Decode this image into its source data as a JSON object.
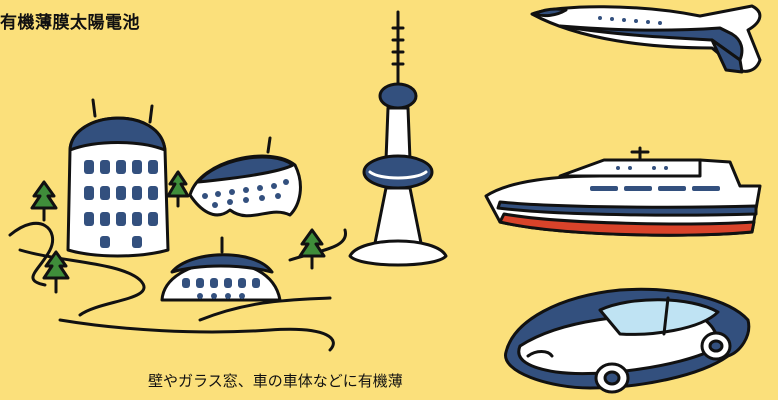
{
  "title": "有機薄膜太陽電池",
  "caption": "壁やガラス窓、車の車体などに有機薄",
  "colors": {
    "background": "#fbe07b",
    "navy": "#33507e",
    "white": "#ffffff",
    "red": "#d9432a",
    "green": "#3f8d3a",
    "light_blue": "#bfe3f3",
    "outline": "#111111"
  },
  "illustrations": [
    "city-buildings",
    "tv-tower",
    "trees",
    "space-shuttle",
    "cruise-ship",
    "sports-car"
  ]
}
